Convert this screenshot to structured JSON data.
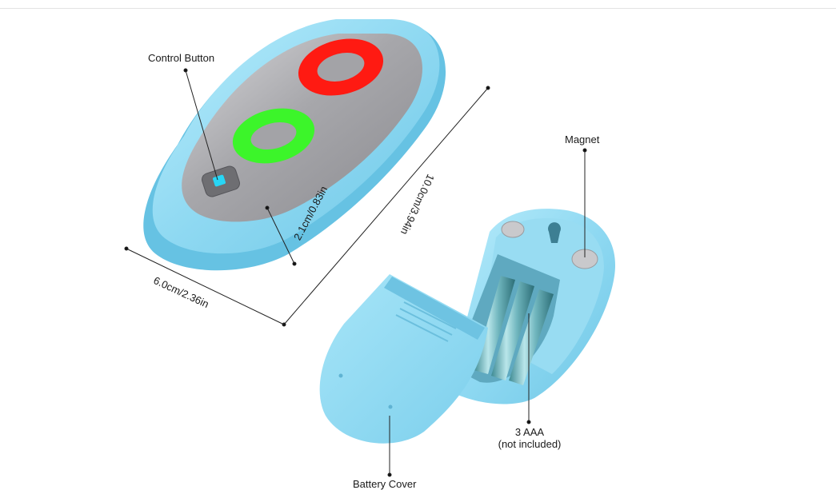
{
  "labels": {
    "control_button": "Control Button",
    "magnet": "Magnet",
    "battery_count": "3 AAA",
    "battery_note": "(not included)",
    "battery_cover": "Battery Cover"
  },
  "dimensions": {
    "thickness": "2.1cm/0.83in",
    "length": "10.0cm/3.94in",
    "width": "6.0cm/2.36in"
  },
  "colors": {
    "body": "#8fd8f0",
    "face": "#a9a9ad",
    "red_ring": "#ff1a12",
    "green_ring": "#3cf52a",
    "button_led": "#28d6f5"
  }
}
